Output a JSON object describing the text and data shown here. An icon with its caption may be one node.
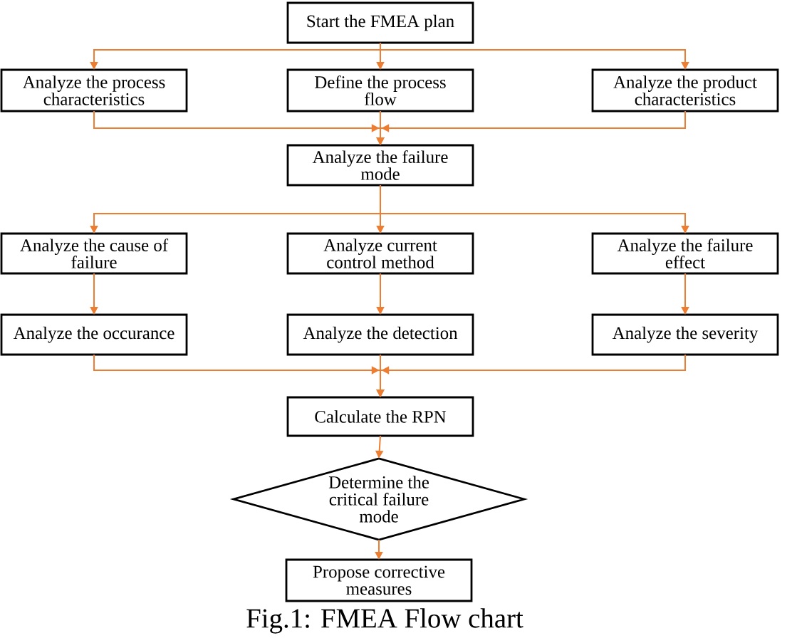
{
  "diagram": {
    "caption": "Fig.1: FMEA Flow chart",
    "nodes": [
      {
        "text": [
          "Start the FMEA plan"
        ]
      },
      {
        "text": [
          "Analyze the process characteristics"
        ]
      },
      {
        "text": [
          "Define the process flow"
        ]
      },
      {
        "text": [
          "Analyze the product characteristics"
        ]
      },
      {
        "text": [
          "Analyze the failure mode"
        ]
      },
      {
        "text": [
          "Analyze the cause of failure"
        ]
      },
      {
        "text": [
          "Analyze current control method"
        ]
      },
      {
        "text": [
          "Analyze the failure effect"
        ]
      },
      {
        "text": [
          "Analyze the occurance"
        ]
      },
      {
        "text": [
          "Analyze the detection"
        ]
      },
      {
        "text": [
          "Analyze the severity"
        ]
      },
      {
        "text": [
          "Calculate the RPN"
        ]
      },
      {
        "text": [
          "Determine the critical failure mode"
        ]
      },
      {
        "text": [
          "Propose corrective measures"
        ]
      }
    ],
    "edges": [
      {
        "from": 0,
        "to": 1,
        "arrow": "to"
      },
      {
        "from": 0,
        "to": 2,
        "arrow": "to"
      },
      {
        "from": 0,
        "to": 3,
        "arrow": "to"
      },
      {
        "from": 1,
        "to": 4,
        "arrow": "to"
      },
      {
        "from": 2,
        "to": 4,
        "arrow": "to"
      },
      {
        "from": 3,
        "to": 4,
        "arrow": "to"
      },
      {
        "from": 4,
        "to": 5,
        "arrow": "to"
      },
      {
        "from": 4,
        "to": 6,
        "arrow": "to"
      },
      {
        "from": 4,
        "to": 7,
        "arrow": "to"
      },
      {
        "from": 5,
        "to": 8,
        "arrow": "to"
      },
      {
        "from": 6,
        "to": 9,
        "arrow": "to"
      },
      {
        "from": 7,
        "to": 10,
        "arrow": "to"
      },
      {
        "from": 8,
        "to": 11,
        "arrow": "to"
      },
      {
        "from": 9,
        "to": 11,
        "arrow": "to"
      },
      {
        "from": 10,
        "to": 11,
        "arrow": "to"
      },
      {
        "from": 11,
        "to": 12,
        "arrow": "to"
      },
      {
        "from": 12,
        "to": 13,
        "arrow": "to"
      }
    ]
  }
}
